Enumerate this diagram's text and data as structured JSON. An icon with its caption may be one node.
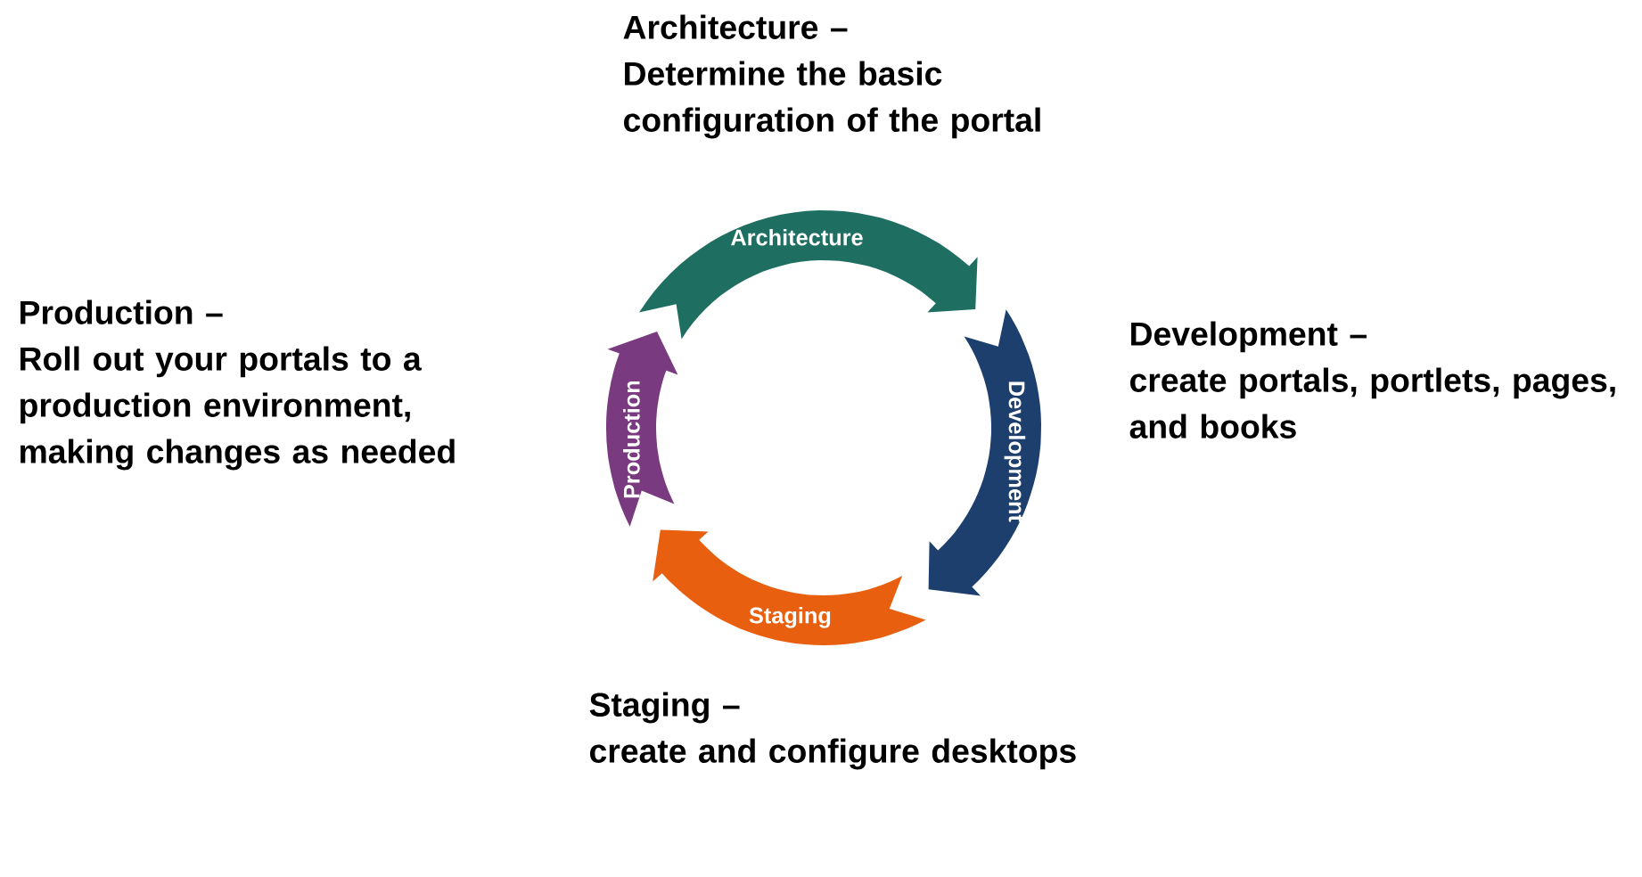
{
  "diagram": {
    "nodes": [
      {
        "text": [
          "Architecture"
        ],
        "beside": [
          "Architecture –",
          "Determine the basic configuration of the portal"
        ]
      },
      {
        "text": [
          "Development"
        ],
        "beside": [
          "Development –",
          "create portals, portlets, pages, and books"
        ]
      },
      {
        "text": [
          "Staging"
        ],
        "beside": [
          "Staging –",
          "create and configure desktops"
        ]
      },
      {
        "text": [
          "Production"
        ],
        "beside": [
          "Production –",
          "Roll out your portals to a production environment, making changes as needed"
        ]
      }
    ]
  }
}
